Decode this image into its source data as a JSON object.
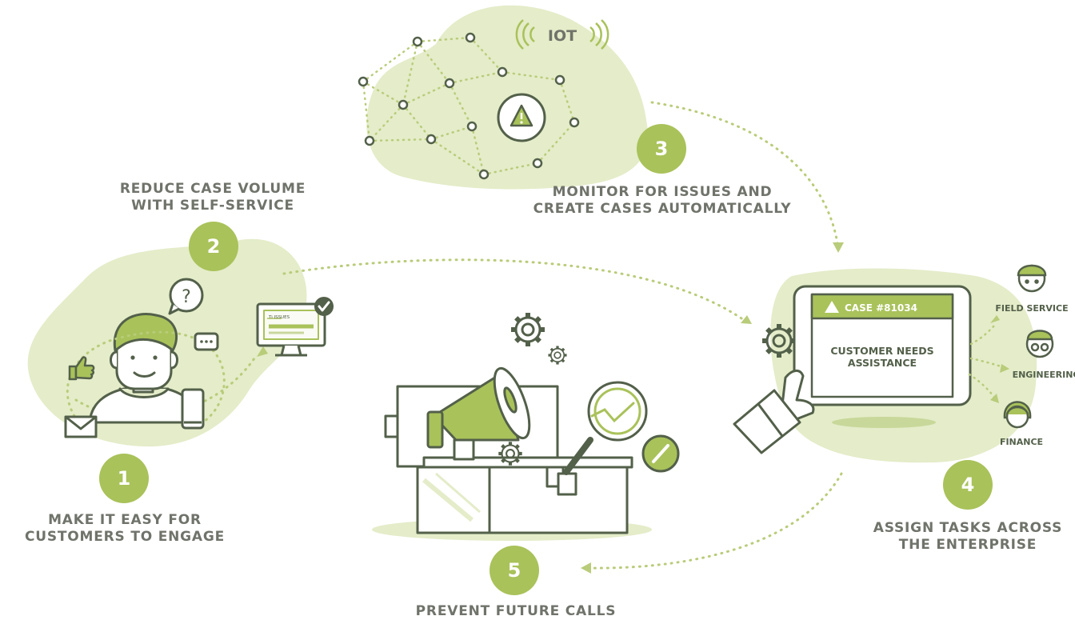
{
  "iot_label": "IOT",
  "steps": [
    {
      "number": "1",
      "line1": "MAKE IT EASY FOR",
      "line2": "CUSTOMERS TO ENGAGE"
    },
    {
      "number": "2",
      "line1": "REDUCE CASE VOLUME",
      "line2": "WITH SELF-SERVICE"
    },
    {
      "number": "3",
      "line1": "MONITOR FOR ISSUES AND",
      "line2": "CREATE CASES AUTOMATICALLY"
    },
    {
      "number": "4",
      "line1": "ASSIGN TASKS ACROSS",
      "line2": "THE ENTERPRISE"
    },
    {
      "number": "5",
      "line1": "PREVENT FUTURE CALLS",
      "line2": ""
    }
  ],
  "tablet": {
    "case_id": "CASE #81034",
    "message_line1": "CUSTOMER NEEDS",
    "message_line2": "ASSISTANCE"
  },
  "monitor_screen_text": "Ti ISSUES",
  "roles": [
    "FIELD SERVICE",
    "ENGINEERING",
    "FINANCE"
  ],
  "colors": {
    "accent": "#a9c25a",
    "blob": "#e4ecc9",
    "line": "#53604a",
    "text": "#6f736a",
    "dot": "#b9cc7a"
  }
}
